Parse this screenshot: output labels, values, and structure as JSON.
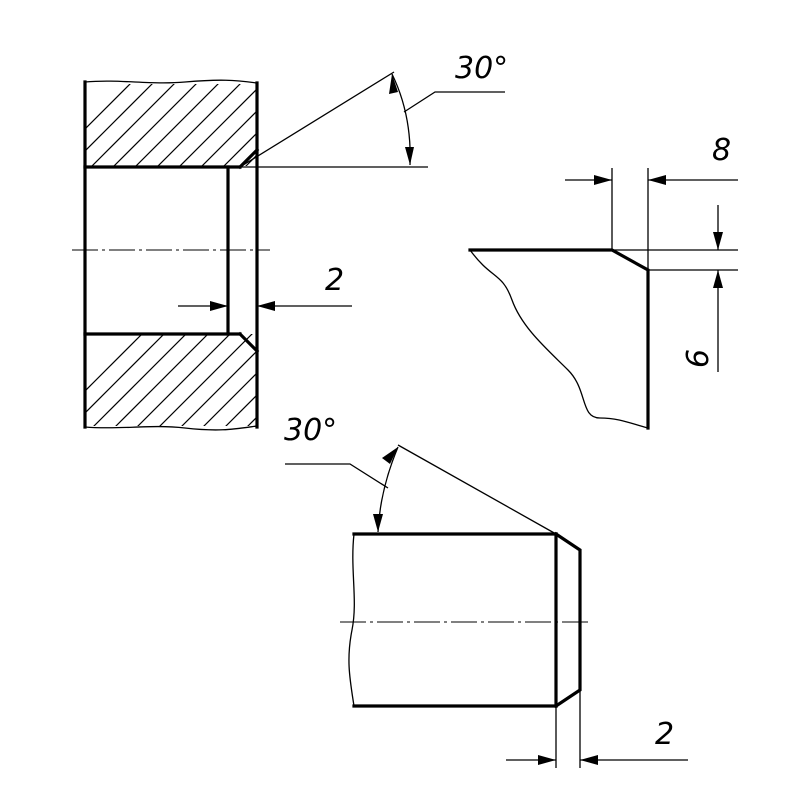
{
  "labels": {
    "hole_angle": "30°",
    "hole_width": "2",
    "edge_width": "8",
    "edge_height": "6",
    "shaft_angle": "30°",
    "shaft_width": "2"
  }
}
